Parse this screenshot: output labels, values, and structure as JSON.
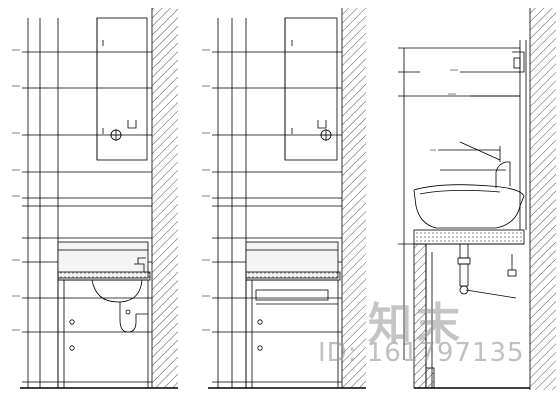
{
  "watermark": {
    "logo_text": "知末",
    "id_text": "ID: 161797135",
    "color": "#969696"
  },
  "colors": {
    "line": "#000000",
    "hatch": "#555555",
    "background": "#ffffff"
  },
  "panels": [
    {
      "name": "elevation-left",
      "label": "Elevation with basin and cabinet"
    },
    {
      "name": "elevation-middle",
      "label": "Elevation with cabinet"
    },
    {
      "name": "section-right",
      "label": "Section through vanity and vessel basin"
    }
  ]
}
